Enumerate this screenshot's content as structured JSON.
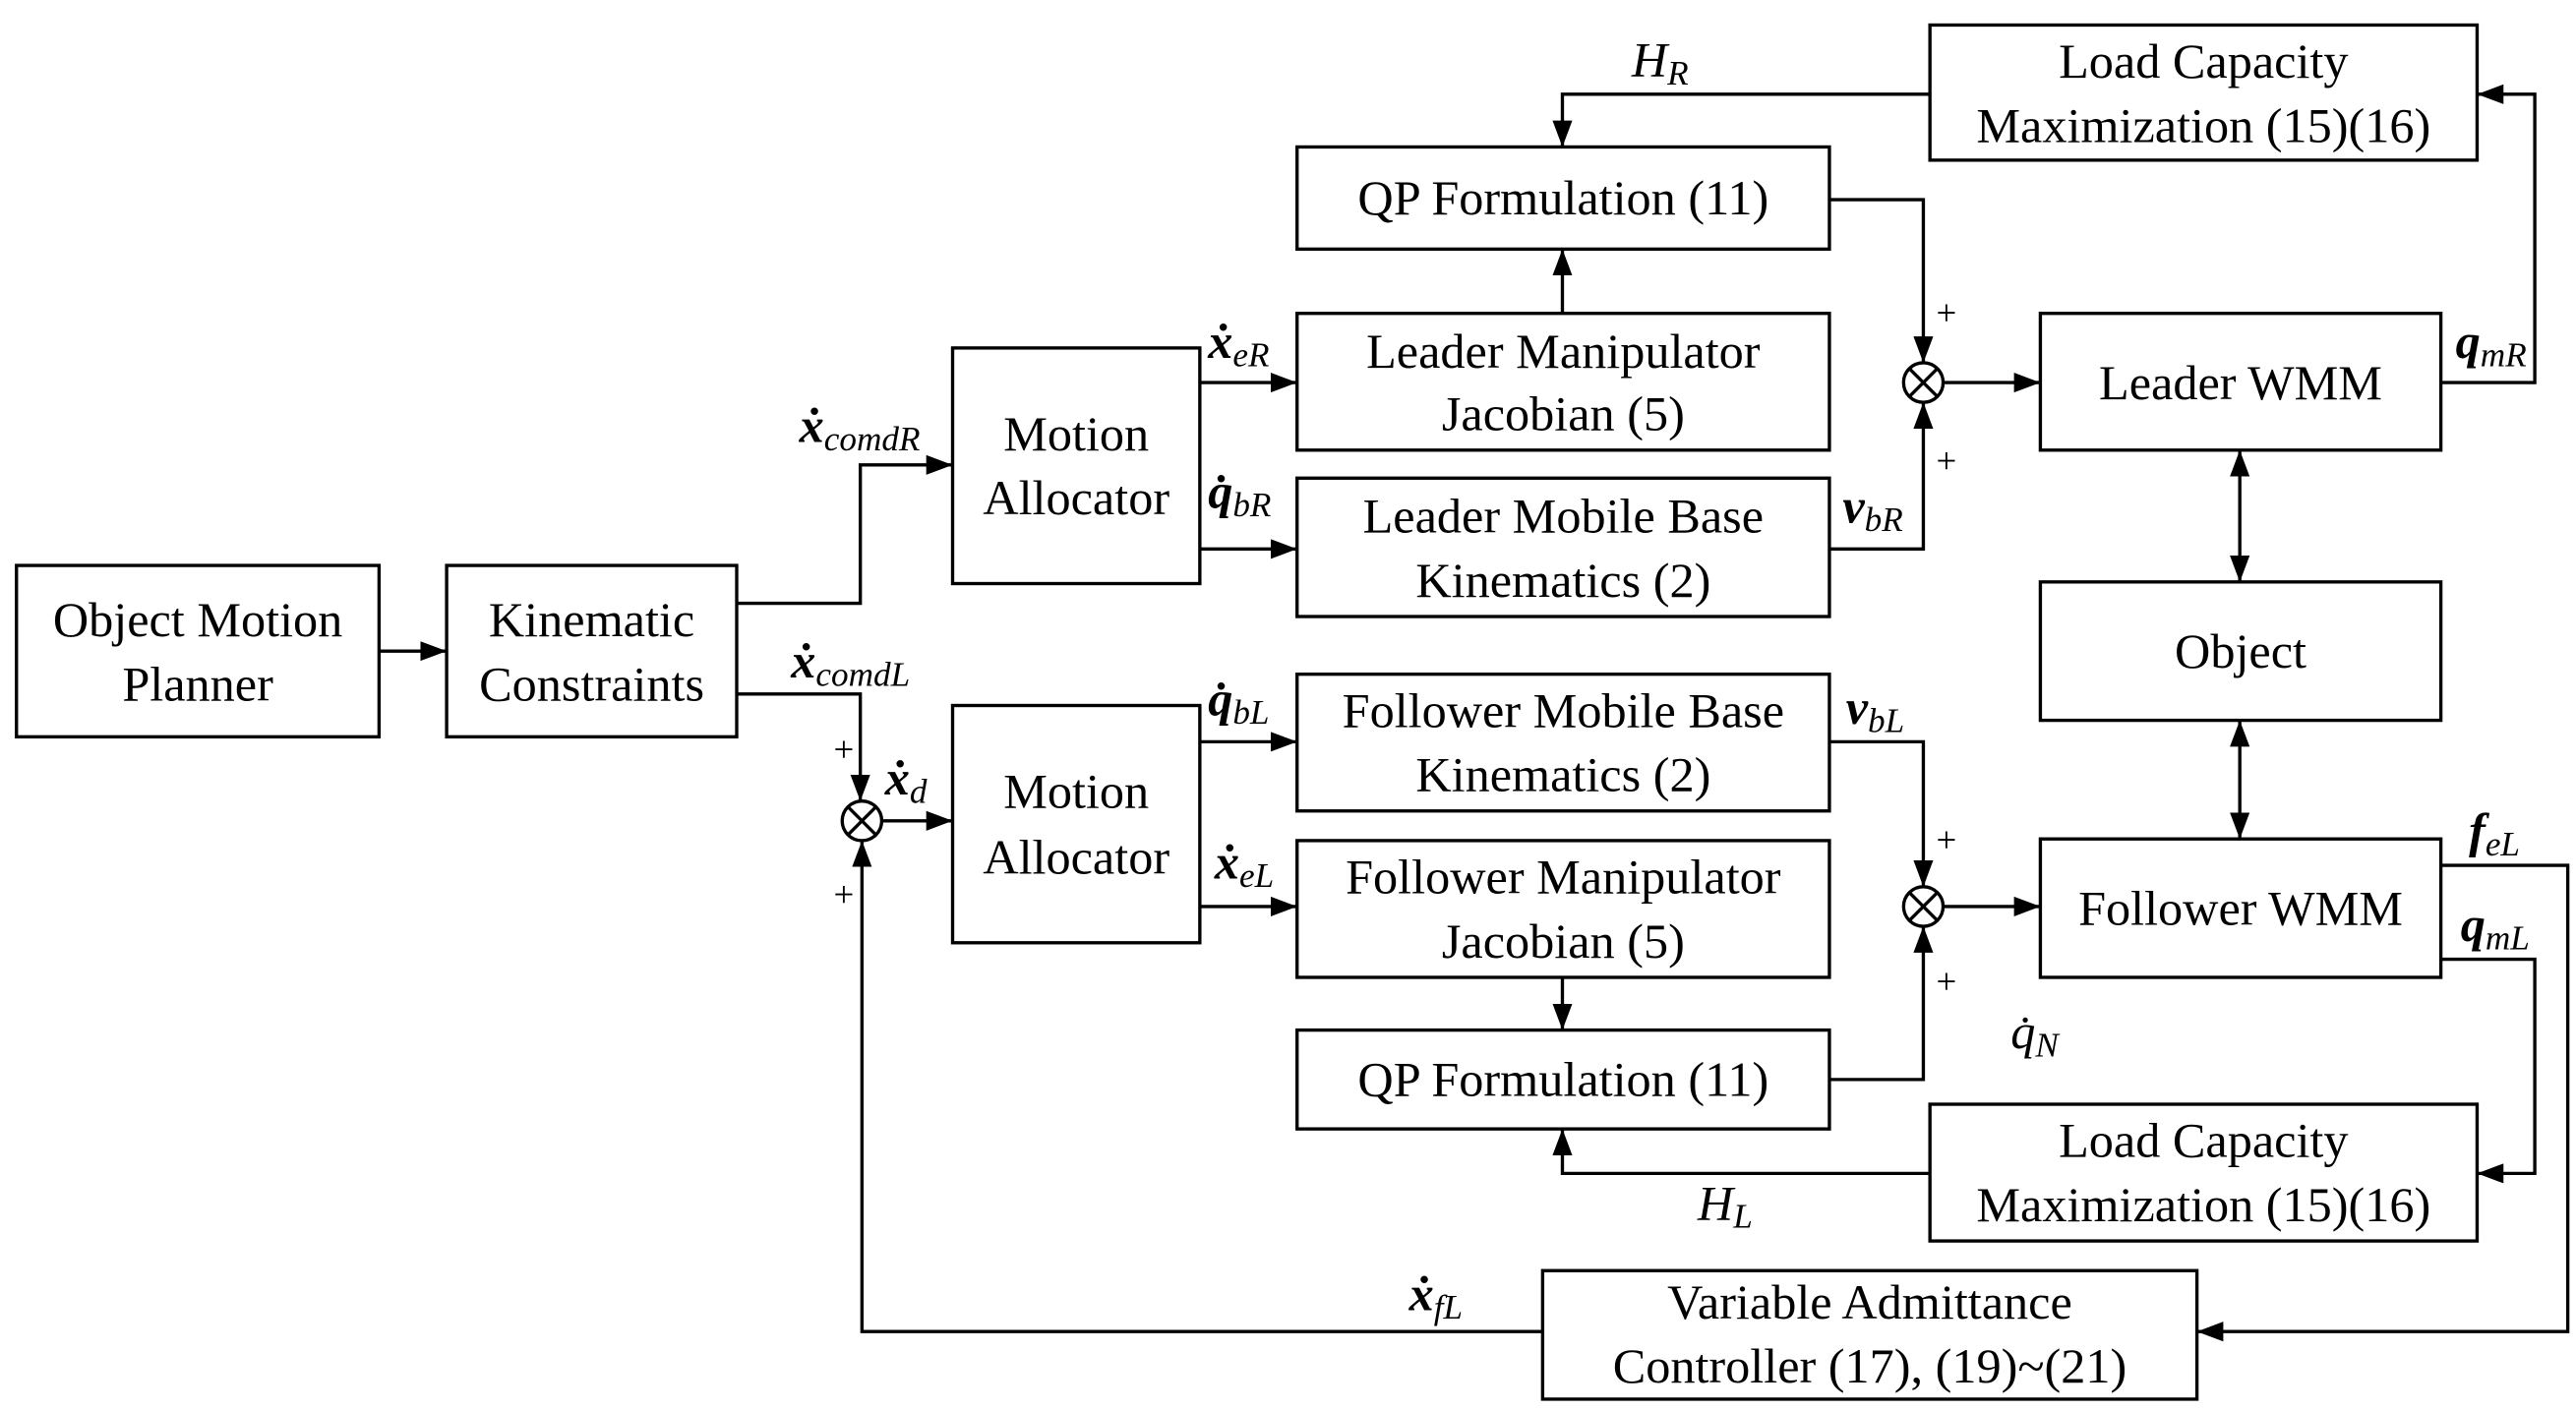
{
  "blocks": {
    "planner": [
      "Object Motion",
      "Planner"
    ],
    "constraints": [
      "Kinematic",
      "Constraints"
    ],
    "allocator_top": [
      "Motion",
      "Allocator"
    ],
    "allocator_bottom": [
      "Motion",
      "Allocator"
    ],
    "qp_top": [
      "QP Formulation (11)"
    ],
    "leader_jacobian": [
      "Leader Manipulator",
      "Jacobian (5)"
    ],
    "leader_base": [
      "Leader Mobile Base",
      "Kinematics (2)"
    ],
    "load_top": [
      "Load Capacity",
      "Maximization (15)(16)"
    ],
    "leader_wmm": [
      "Leader WMM"
    ],
    "object": [
      "Object"
    ],
    "follower_wmm": [
      "Follower WMM"
    ],
    "follower_base": [
      "Follower Mobile Base",
      "Kinematics (2)"
    ],
    "follower_jacobian": [
      "Follower Manipulator",
      "Jacobian (5)"
    ],
    "qp_bottom": [
      "QP Formulation (11)"
    ],
    "load_bottom": [
      "Load Capacity",
      "Maximization (15)(16)"
    ],
    "admittance": [
      "Variable Admittance",
      "Controller (17), (19)~(21)"
    ]
  },
  "signals": {
    "H_R": {
      "base": "H",
      "sub": "R"
    },
    "x_comdR": {
      "base": "ẋ",
      "sub": "comdR"
    },
    "x_comdL": {
      "base": "ẋ",
      "sub": "comdL"
    },
    "x_d": {
      "base": "ẋ",
      "sub": "d"
    },
    "x_eR": {
      "base": "ẋ",
      "sub": "eR"
    },
    "q_bR": {
      "base": "q̇",
      "sub": "bR"
    },
    "v_bR": {
      "base": "v",
      "sub": "bR"
    },
    "q_mR": {
      "base": "q",
      "sub": "mR"
    },
    "q_bL": {
      "base": "q̇",
      "sub": "bL"
    },
    "x_eL": {
      "base": "ẋ",
      "sub": "eL"
    },
    "v_bL": {
      "base": "v",
      "sub": "bL"
    },
    "f_eL": {
      "base": "f",
      "sub": "eL"
    },
    "q_mL": {
      "base": "q",
      "sub": "mL"
    },
    "q_N": {
      "base": "q̇",
      "sub": "N"
    },
    "H_L": {
      "base": "H",
      "sub": "L"
    },
    "x_fL": {
      "base": "ẋ",
      "sub": "fL"
    }
  },
  "signs": {
    "plus": "+"
  }
}
